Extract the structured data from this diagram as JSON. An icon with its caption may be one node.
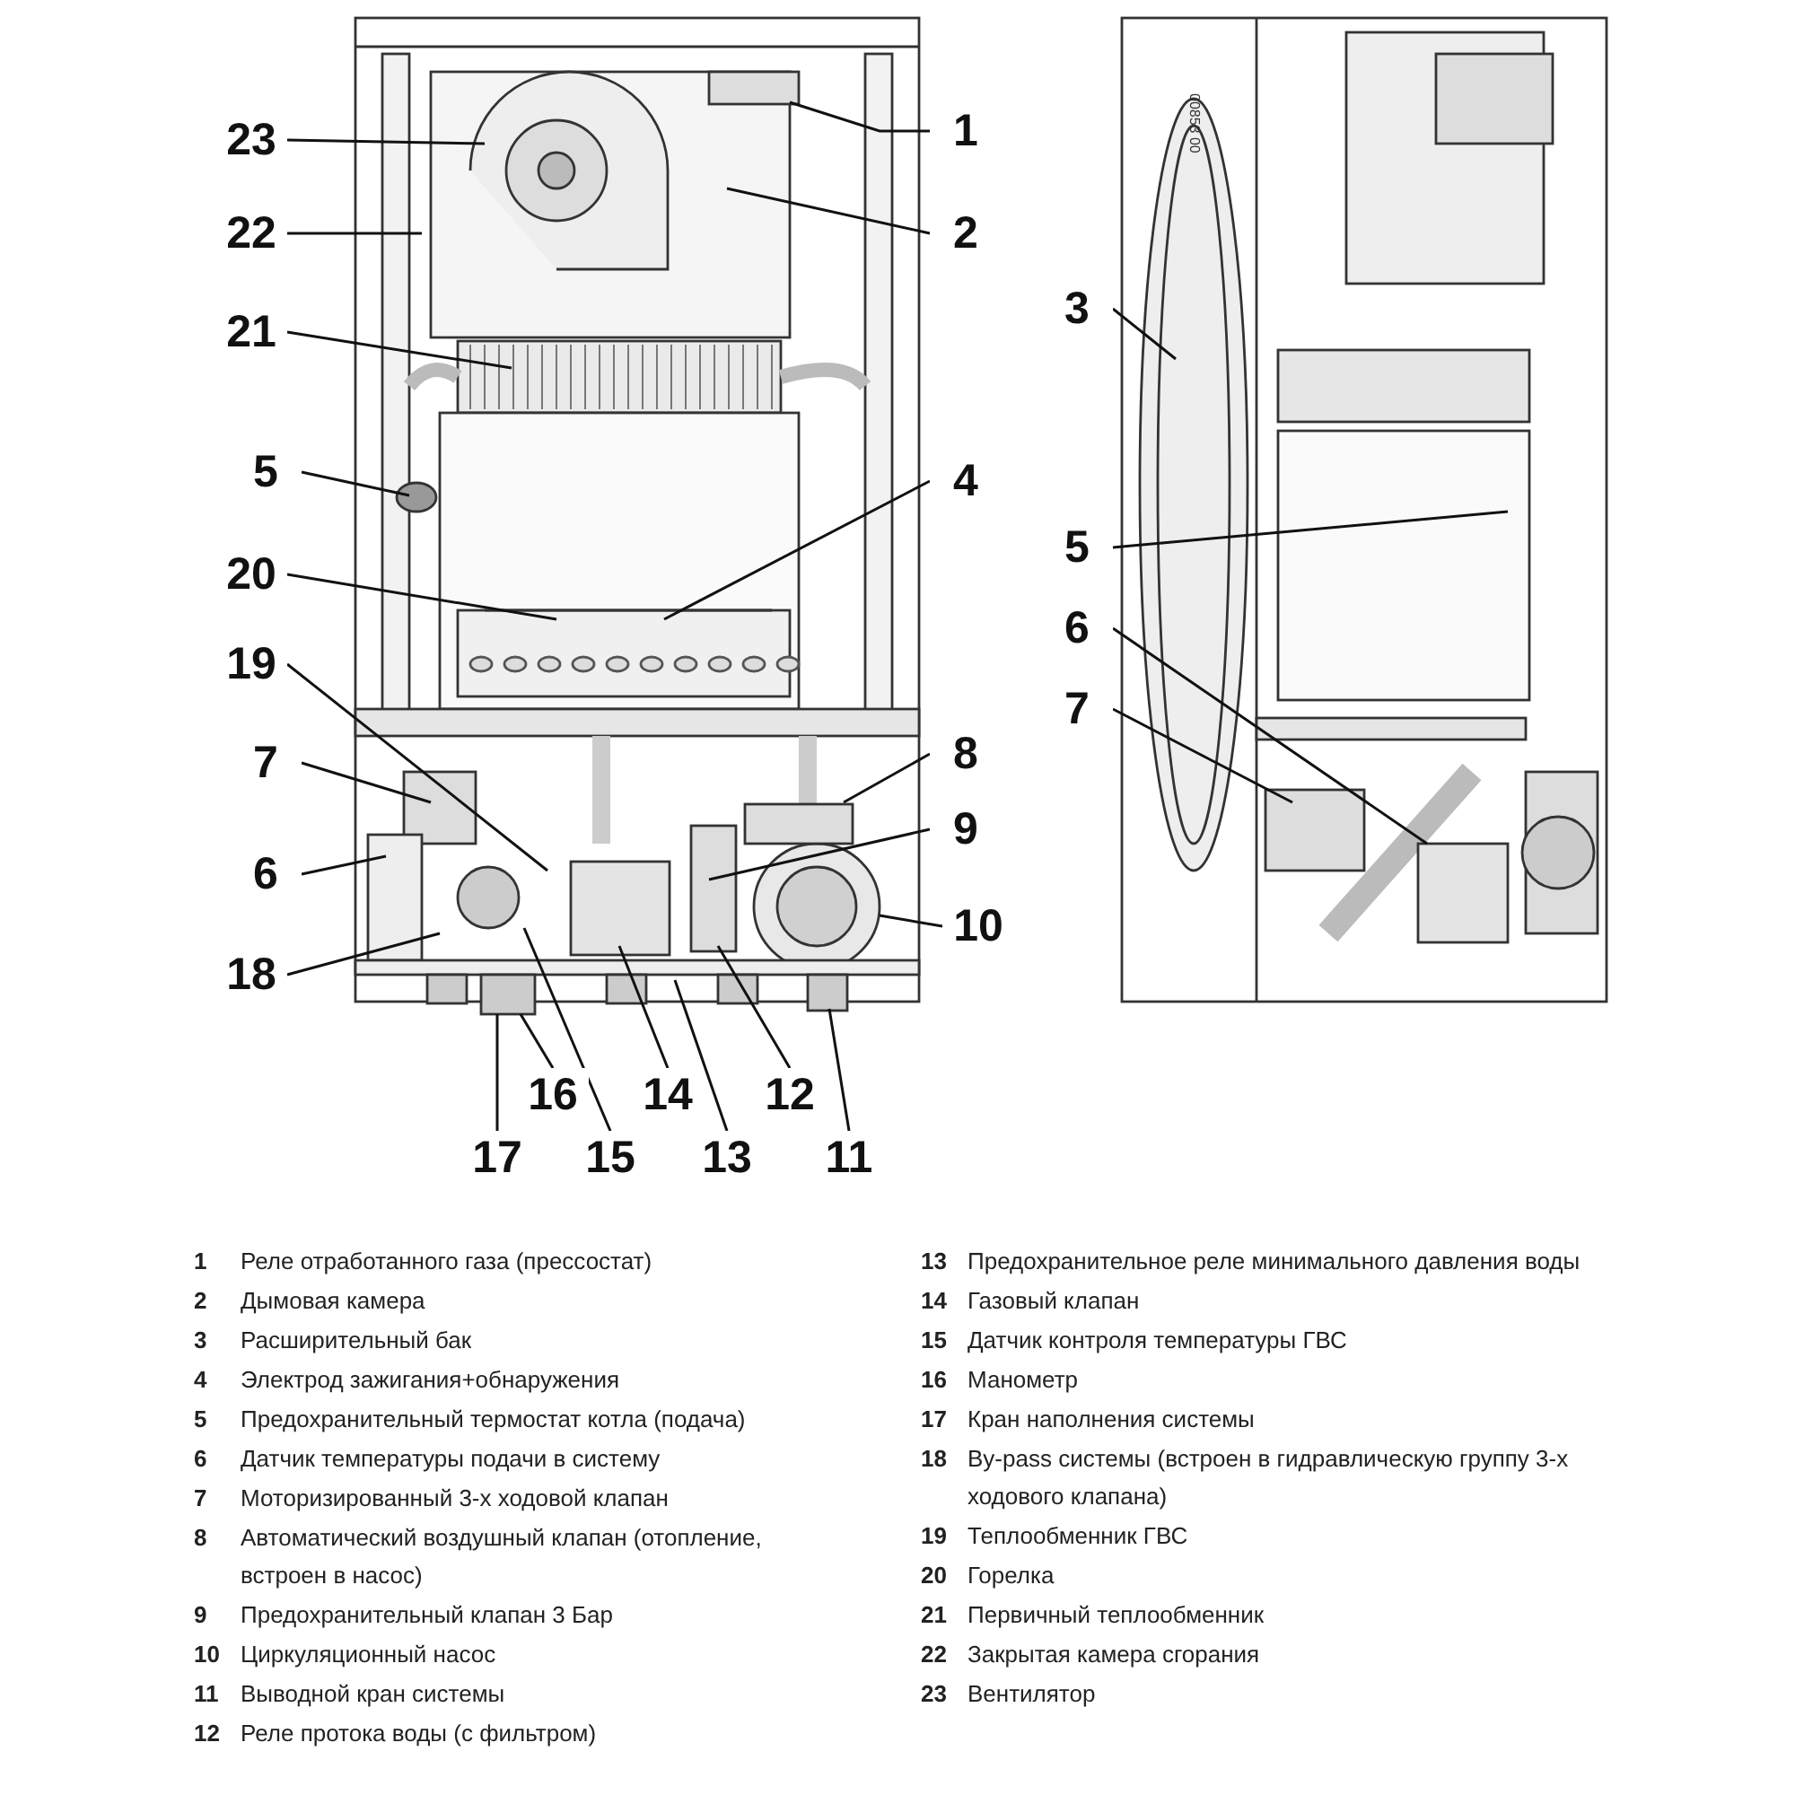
{
  "diagram": {
    "nodes": [
      {
        "text": [
          "23"
        ]
      },
      {
        "text": [
          "1"
        ]
      },
      {
        "text": [
          "22"
        ]
      },
      {
        "text": [
          "2"
        ]
      },
      {
        "text": [
          "21"
        ]
      },
      {
        "text": [
          "3"
        ]
      },
      {
        "text": [
          "5"
        ]
      },
      {
        "text": [
          "4"
        ]
      },
      {
        "text": [
          "5"
        ]
      },
      {
        "text": [
          "20"
        ]
      },
      {
        "text": [
          "6"
        ]
      },
      {
        "text": [
          "19"
        ]
      },
      {
        "text": [
          "7"
        ]
      },
      {
        "text": [
          "8"
        ]
      },
      {
        "text": [
          "7"
        ]
      },
      {
        "text": [
          "9"
        ]
      },
      {
        "text": [
          "6"
        ]
      },
      {
        "text": [
          "10"
        ]
      },
      {
        "text": [
          "18"
        ]
      },
      {
        "text": [
          "16"
        ]
      },
      {
        "text": [
          "14"
        ]
      },
      {
        "text": [
          "12"
        ]
      },
      {
        "text": [
          "17"
        ]
      },
      {
        "text": [
          "15"
        ]
      },
      {
        "text": [
          "13"
        ]
      },
      {
        "text": [
          "11"
        ]
      }
    ],
    "edges": [
      {
        "from": 0,
        "to": null,
        "arrow": "none"
      },
      {
        "from": 1,
        "to": null,
        "arrow": "none"
      },
      {
        "from": 2,
        "to": null,
        "arrow": "none"
      },
      {
        "from": 3,
        "to": null,
        "arrow": "none"
      },
      {
        "from": 4,
        "to": null,
        "arrow": "none"
      },
      {
        "from": 5,
        "to": null,
        "arrow": "none"
      },
      {
        "from": 6,
        "to": null,
        "arrow": "none"
      },
      {
        "from": 7,
        "to": null,
        "arrow": "none"
      },
      {
        "from": 8,
        "to": null,
        "arrow": "none"
      },
      {
        "from": 9,
        "to": null,
        "arrow": "none"
      },
      {
        "from": 10,
        "to": null,
        "arrow": "none"
      },
      {
        "from": 11,
        "to": null,
        "arrow": "none"
      },
      {
        "from": 12,
        "to": null,
        "arrow": "none"
      },
      {
        "from": 13,
        "to": null,
        "arrow": "none"
      },
      {
        "from": 14,
        "to": null,
        "arrow": "none"
      },
      {
        "from": 15,
        "to": null,
        "arrow": "none"
      },
      {
        "from": 16,
        "to": null,
        "arrow": "none"
      },
      {
        "from": 17,
        "to": null,
        "arrow": "none"
      },
      {
        "from": 18,
        "to": null,
        "arrow": "none"
      },
      {
        "from": 19,
        "to": null,
        "arrow": "none"
      },
      {
        "from": 20,
        "to": null,
        "arrow": "none"
      },
      {
        "from": 21,
        "to": null,
        "arrow": "none"
      },
      {
        "from": 22,
        "to": null,
        "arrow": "none"
      },
      {
        "from": 23,
        "to": null,
        "arrow": "none"
      },
      {
        "from": 24,
        "to": null,
        "arrow": "none"
      },
      {
        "from": 25,
        "to": null,
        "arrow": "none"
      }
    ],
    "labels": [
      "00853 00",
      "1",
      "Реле отработанного газа (прессостат)",
      "2",
      "Дымовая камера",
      "3",
      "Расширительный бак",
      "4",
      "Электрод зажигания+обнаружения",
      "5",
      "Предохранительный термостат котла (подача)",
      "6",
      "Датчик температуры подачи в систему",
      "7",
      "Моторизированный 3-х ходовой клапан",
      "8",
      "Автоматический воздушный клапан (отопление, встроен в насос)",
      "9",
      "Предохранительный клапан 3 Бар",
      "10",
      "Циркуляционный насос",
      "11",
      "Выводной кран системы",
      "12",
      "Реле протока воды (с фильтром)",
      "13",
      "Предохранительное реле минимального давления воды",
      "14",
      "Газовый клапан",
      "15",
      "Датчик контроля температуры ГВС",
      "16",
      "Манометр",
      "17",
      "Кран наполнения системы",
      "18",
      "By-pass системы (встроен в гидравлическую группу 3-х ходового клапана)",
      "19",
      "Теплообменник ГВС",
      "20",
      "Горелка",
      "21",
      "Первичный теплообменник",
      "22",
      "Закрытая камера сгорания",
      "23",
      "Вентилятор"
    ]
  }
}
